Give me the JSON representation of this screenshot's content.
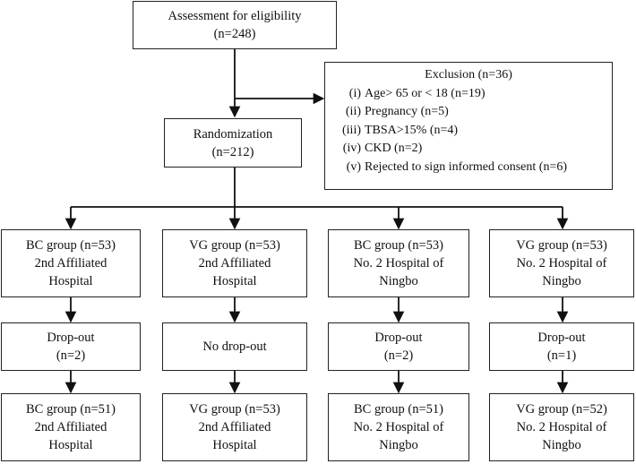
{
  "assessment": {
    "line1": "Assessment for eligibility",
    "line2": "(n=248)"
  },
  "exclusion": {
    "title": "Exclusion (n=36)",
    "items": [
      {
        "num": "(i)",
        "text": "Age> 65 or < 18 (n=19)"
      },
      {
        "num": "(ii)",
        "text": "Pregnancy (n=5)"
      },
      {
        "num": "(iii)",
        "text": "TBSA>15% (n=4)"
      },
      {
        "num": "(iv)",
        "text": "CKD (n=2)"
      },
      {
        "num": "(v)",
        "text": "Rejected to sign informed consent (n=6)"
      }
    ]
  },
  "randomization": {
    "line1": "Randomization",
    "line2": "(n=212)"
  },
  "groups": [
    {
      "line1": "BC group (n=53)",
      "line2": "2nd Affiliated",
      "line3": "Hospital"
    },
    {
      "line1": "VG group (n=53)",
      "line2": "2nd Affiliated",
      "line3": "Hospital"
    },
    {
      "line1": "BC group (n=53)",
      "line2": "No. 2 Hospital of",
      "line3": "Ningbo"
    },
    {
      "line1": "VG group (n=53)",
      "line2": "No. 2 Hospital of",
      "line3": "Ningbo"
    }
  ],
  "dropouts": [
    {
      "line1": "Drop-out",
      "line2": "(n=2)"
    },
    {
      "line1": "No drop-out",
      "line2": ""
    },
    {
      "line1": "Drop-out",
      "line2": "(n=2)"
    },
    {
      "line1": "Drop-out",
      "line2": "(n=1)"
    }
  ],
  "finals": [
    {
      "line1": "BC group (n=51)",
      "line2": "2nd Affiliated",
      "line3": "Hospital"
    },
    {
      "line1": "VG group (n=53)",
      "line2": "2nd Affiliated",
      "line3": "Hospital"
    },
    {
      "line1": "BC group (n=51)",
      "line2": "No. 2 Hospital of",
      "line3": "Ningbo"
    },
    {
      "line1": "VG group (n=52)",
      "line2": "No. 2 Hospital of",
      "line3": "Ningbo"
    }
  ]
}
